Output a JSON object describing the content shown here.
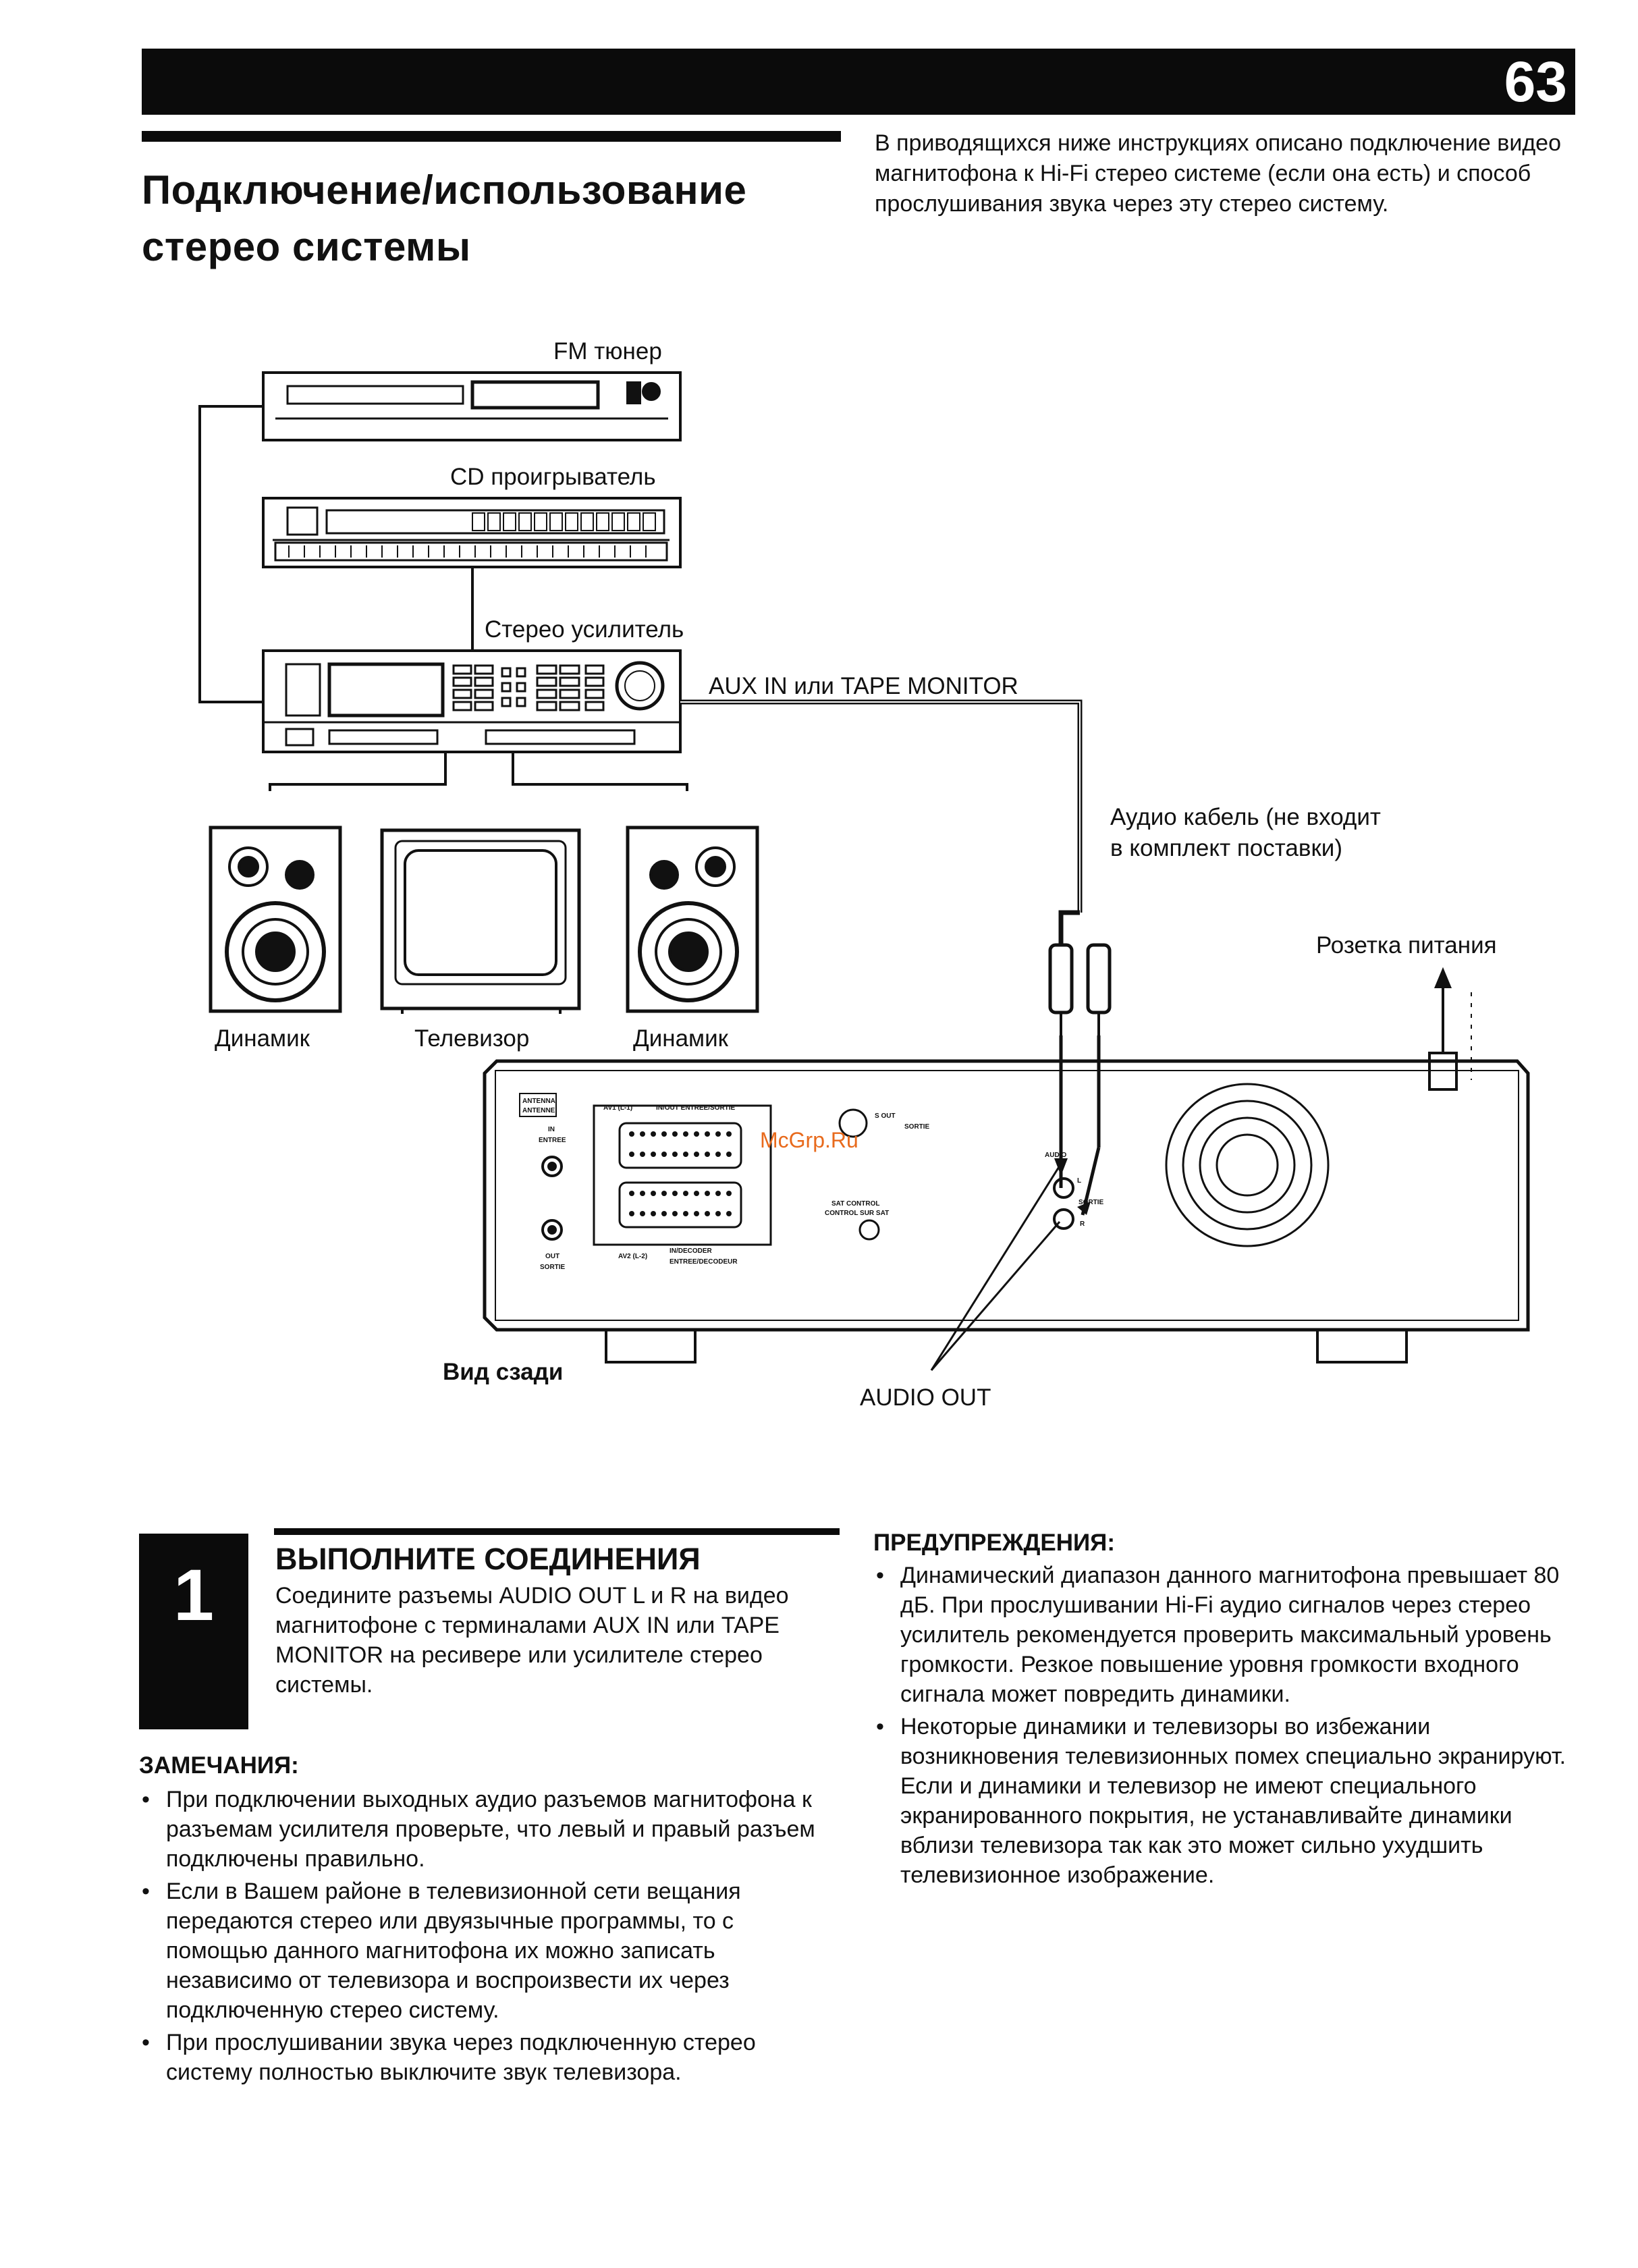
{
  "page_number": "63",
  "title": "Подключение/использование стерео системы",
  "intro": "В приводящихся ниже инструкциях описано подключение видео магнитофона к Hi-Fi стерео системе (если она есть) и способ прослушивания звука через эту стерео систему.",
  "diagram": {
    "fm_tuner": "FM тюнер",
    "cd_player": "CD проигрыватель",
    "amplifier": "Стерео усилитель",
    "aux_in": "AUX IN или TAPE MONITOR",
    "audio_cable_1": "Аудио кабель (не входит",
    "audio_cable_2": "в комплект поставки)",
    "power_outlet": "Розетка питания",
    "speaker_left": "Динамик",
    "tv": "Телевизор",
    "speaker_right": "Динамик",
    "rear_view": "Вид сзади",
    "audio_out": "AUDIO OUT",
    "watermark": "McGrp.Ru",
    "panel": {
      "antenna": "ANTENNA",
      "antenne": "ANTENNE",
      "in": "IN",
      "entree": "ENTREE",
      "out": "OUT",
      "sortie": "SORTIE",
      "av1": "AV1 (L-1)",
      "inout": "IN/OUT ENTREE/SORTIE",
      "av2": "AV2 (L-2)",
      "indecoder": "IN/DECODER",
      "entree_decodeur": "ENTREE/DECODEUR",
      "sat_control": "SAT CONTROL",
      "control_sat": "CONTROL SUR SAT",
      "s_out": "S OUT",
      "s_sortie": "SORTIE",
      "audio": "AUDIO",
      "l": "L",
      "r": "R",
      "sortie_small": "SORTIE"
    }
  },
  "step1": {
    "number": "1",
    "title": "ВЫПОЛНИТЕ СОЕДИНЕНИЯ",
    "body": "Соедините разъемы AUDIO OUT L и R на видео магнитофоне с терминалами AUX IN или TAPE MONITOR на ресивере или усилителе стерео системы."
  },
  "notes": {
    "heading": "ЗАМЕЧАНИЯ:",
    "items": [
      "При подключении выходных аудио разъемов магнитофона к разъемам усилителя проверьте, что левый и правый разъем подключены правильно.",
      "Если в Вашем районе в телевизионной сети вещания передаются стерео или двуязычные программы, то с помощью данного магнитофона их можно записать независимо от телевизора и воспроизвести их через подключенную стерео систему.",
      "При прослушивании звука через подключенную стерео систему полностью выключите звук телевизора."
    ]
  },
  "warnings": {
    "heading": "ПРЕДУПРЕЖДЕНИЯ:",
    "items": [
      "Динамический диапазон данного магнитофона превышает 80 дБ. При прослушивании Hi-Fi аудио сигналов через стерео усилитель рекомендуется проверить максимальный уровень громкости. Резкое повышение уровня громкости входного сигнала может повредить динамики.",
      "Некоторые динамики и телевизоры во избежании возникновения телевизионных помех специально экранируют. Если и динамики и телевизор не имеют специального экранированного покрытия, не устанавливайте динамики вблизи телевизора так как это может сильно ухудшить телевизионное изображение."
    ]
  }
}
